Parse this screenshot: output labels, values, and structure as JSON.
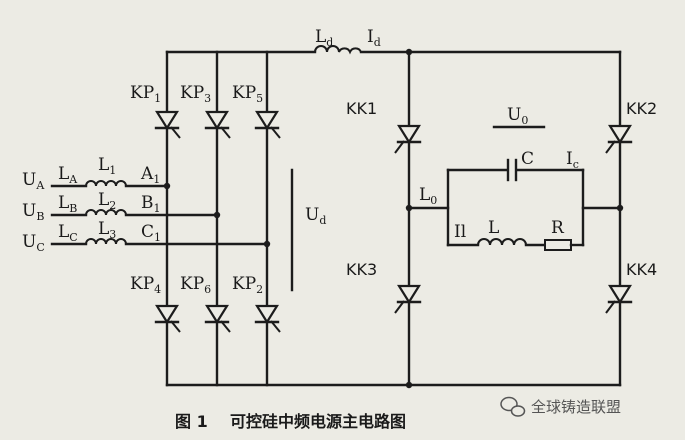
{
  "labels": {
    "ld": "L",
    "ld_sub": "d",
    "id": "I",
    "id_sub": "d",
    "kp1": "KP",
    "kp1_sub": "1",
    "kp3": "KP",
    "kp3_sub": "3",
    "kp5": "KP",
    "kp5_sub": "5",
    "kp4": "KP",
    "kp4_sub": "4",
    "kp6": "KP",
    "kp6_sub": "6",
    "kp2": "KP",
    "kp2_sub": "2",
    "ua": "U",
    "ua_sub": "A",
    "ub": "U",
    "ub_sub": "B",
    "uc": "U",
    "uc_sub": "C",
    "la": "L",
    "la_sub": "A",
    "lb": "L",
    "lb_sub": "B",
    "lc": "L",
    "lc_sub": "C",
    "l1": "L",
    "l1_sub": "1",
    "l2": "L",
    "l2_sub": "2",
    "l3": "L",
    "l3_sub": "3",
    "a1": "A",
    "a1_sub": "1",
    "b1": "B",
    "b1_sub": "1",
    "c1": "C",
    "c1_sub": "1",
    "ud": "U",
    "ud_sub": "d",
    "u0": "U",
    "u0_sub": "0",
    "l0": "L",
    "l0_sub": "0",
    "kk1": "KK1",
    "kk2": "KK2",
    "kk3": "KK3",
    "kk4": "KK4",
    "c": "C",
    "ic": "I",
    "ic_sub": "c",
    "il": "Il",
    "l": "L",
    "r": "R"
  },
  "caption": "图 1    可控硅中频电源主电路图",
  "watermark": "全球铸造联盟"
}
